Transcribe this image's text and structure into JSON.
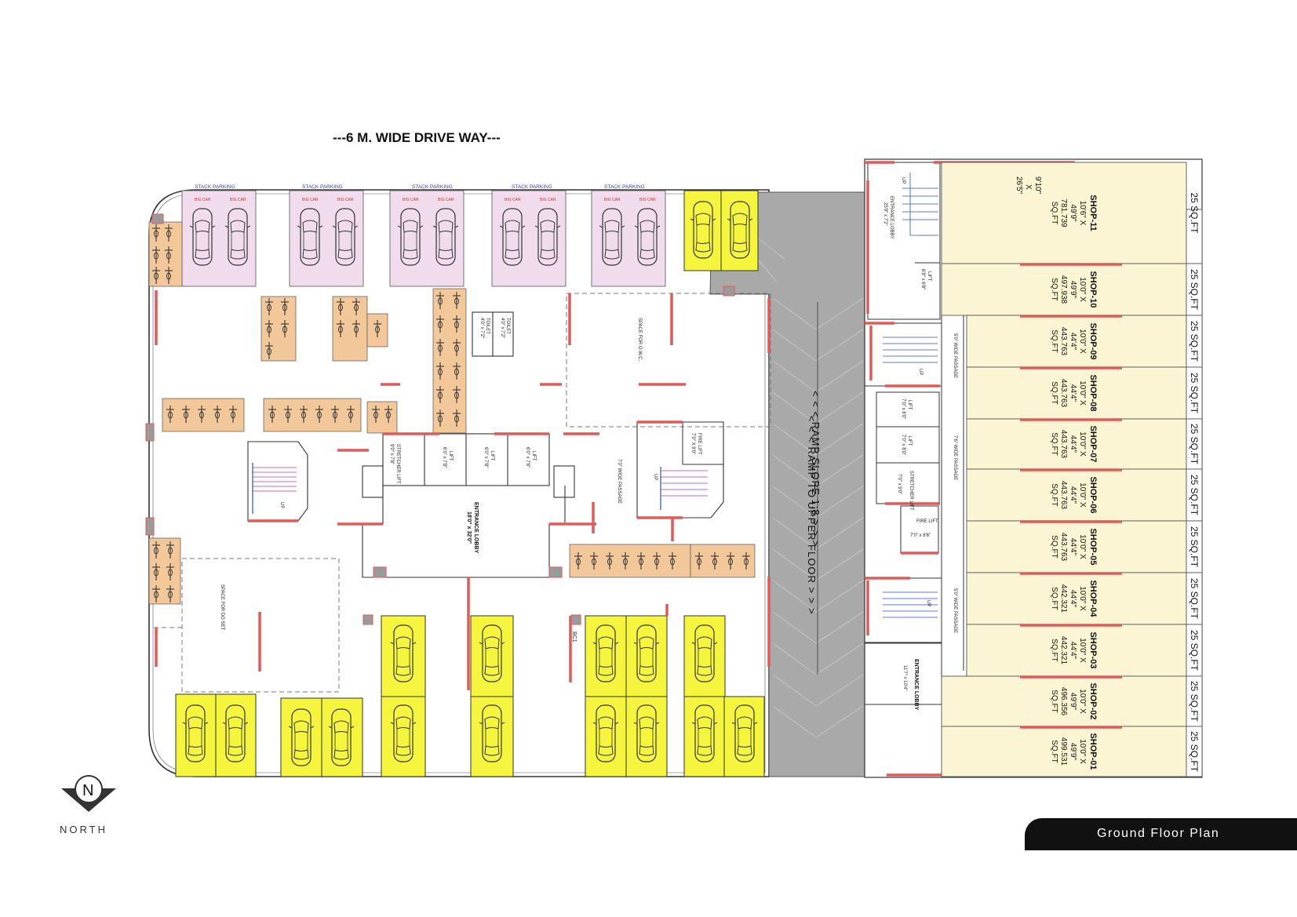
{
  "drive_way": "---6 M. WIDE DRIVE WAY---",
  "plan_title": "Ground Floor Plan",
  "north": {
    "letter": "N",
    "label": "NORTH"
  },
  "stack_parking": "STACK PARKING",
  "big_car": "BIG CAR",
  "ramp": {
    "slope": "< < < RAMP SLOPE 1:8 > > >",
    "upper": "< < < RAMP TO UPPER FLOOR > > >"
  },
  "labels": {
    "space_owc": "SPACE FOR O.W.C.",
    "space_dg": "SPACE FOR DG SET",
    "entrance_lobby_main": "ENTRANCE LOBBY",
    "entrance_lobby_main_dim": "18'0\" x 32'0\"",
    "entrance_lobby_top": "ENTRANCE LOBBY",
    "entrance_lobby_top_dim": "25'9\" x 7'2\"",
    "entrance_lobby_right": "ENTRANCE LOBBY",
    "entrance_lobby_right_dim": "11'7\" x 10'4\"",
    "passage_7": "7'0\" WIDE PASSAGE",
    "passage_7b": "7'6\" WIDE PASSAGE",
    "passage_5a": "5'0\" WIDE PASSAGE",
    "passage_5b": "5'0\" WIDE PASSAGE",
    "fire_lift": "FIRE LIFT",
    "fire_lift_dim": "7'0\" X 9'0\"",
    "fire_lift_r": "FIRE LIFT",
    "fire_lift_r_dim": "7'0\" x 8'6\"",
    "stretcher_lift": "STRETCHER LIFT",
    "stretcher_lift_dim": "9'0\" x 7'8\"",
    "stretcher_lift_r": "STRETCHER LIFT",
    "stretcher_lift_r_dim": "7'0\" x 9'0\"",
    "lift": "LIFT",
    "lift_dim": "6'0\" x 7'8\"",
    "lift_r1_dim": "7'0\" x 8'0\"",
    "lift_r2_dim": "7'0\" x 8'0\"",
    "lift_top_dim": "6'8\" x 6'8\"",
    "toilet": "TOILET",
    "toilet_dim": "4'0\" x 7'2\"",
    "up": "UP",
    "bc": "BC1",
    "shop11_extra": [
      "9'10\"",
      "X",
      "26'5\""
    ]
  },
  "shops": [
    {
      "name": "SHOP-11",
      "dims": [
        "10'6\" X",
        "49'9\""
      ],
      "area": "781.739",
      "unit": "SQ.FT",
      "side": "25 SQ.FT"
    },
    {
      "name": "SHOP-10",
      "dims": [
        "10'0\" X",
        "49'9\""
      ],
      "area": "497.938",
      "unit": "SQ.FT",
      "side": "25 SQ.FT"
    },
    {
      "name": "SHOP-09",
      "dims": [
        "10'0\" X",
        "44'4\""
      ],
      "area": "443.763",
      "unit": "SQ.FT",
      "side": "25 SQ.FT"
    },
    {
      "name": "SHOP-08",
      "dims": [
        "10'0\" X",
        "44'4\""
      ],
      "area": "443.763",
      "unit": "SQ.FT",
      "side": "25 SQ.FT"
    },
    {
      "name": "SHOP-07",
      "dims": [
        "10'0\" X",
        "44'4\""
      ],
      "area": "443.763",
      "unit": "SQ.FT",
      "side": "25 SQ.FT"
    },
    {
      "name": "SHOP-06",
      "dims": [
        "10'0\" X",
        "44'4\""
      ],
      "area": "443.763",
      "unit": "SQ.FT",
      "side": "25 SQ.FT"
    },
    {
      "name": "SHOP-05",
      "dims": [
        "10'0\" X",
        "44'4\""
      ],
      "area": "443.763",
      "unit": "SQ.FT",
      "side": "25 SQ.FT"
    },
    {
      "name": "SHOP-04",
      "dims": [
        "10'0\" X",
        "44'4\""
      ],
      "area": "442.321",
      "unit": "SQ.FT",
      "side": "25 SQ.FT"
    },
    {
      "name": "SHOP-03",
      "dims": [
        "10'0\" X",
        "44'4\""
      ],
      "area": "442.321",
      "unit": "SQ.FT",
      "side": "25 SQ.FT"
    },
    {
      "name": "SHOP-02",
      "dims": [
        "10'0\" X",
        "49'9\""
      ],
      "area": "496.356",
      "unit": "SQ.FT",
      "side": "25 SQ.FT"
    },
    {
      "name": "SHOP-01",
      "dims": [
        "10'0\" X",
        "49'9\""
      ],
      "area": "499.531",
      "unit": "SQ.FT",
      "side": "25 SQ.FT"
    }
  ],
  "colors": {
    "wall": "#e05a5a",
    "yellow_parking": "#f4f53c",
    "stack_parking": "#f1dcee",
    "two_wheeler": "#f2c79a",
    "shop_fill": "#fbf5d3",
    "ramp_fill": "#a9a9a9",
    "title_bar": "#111111"
  }
}
